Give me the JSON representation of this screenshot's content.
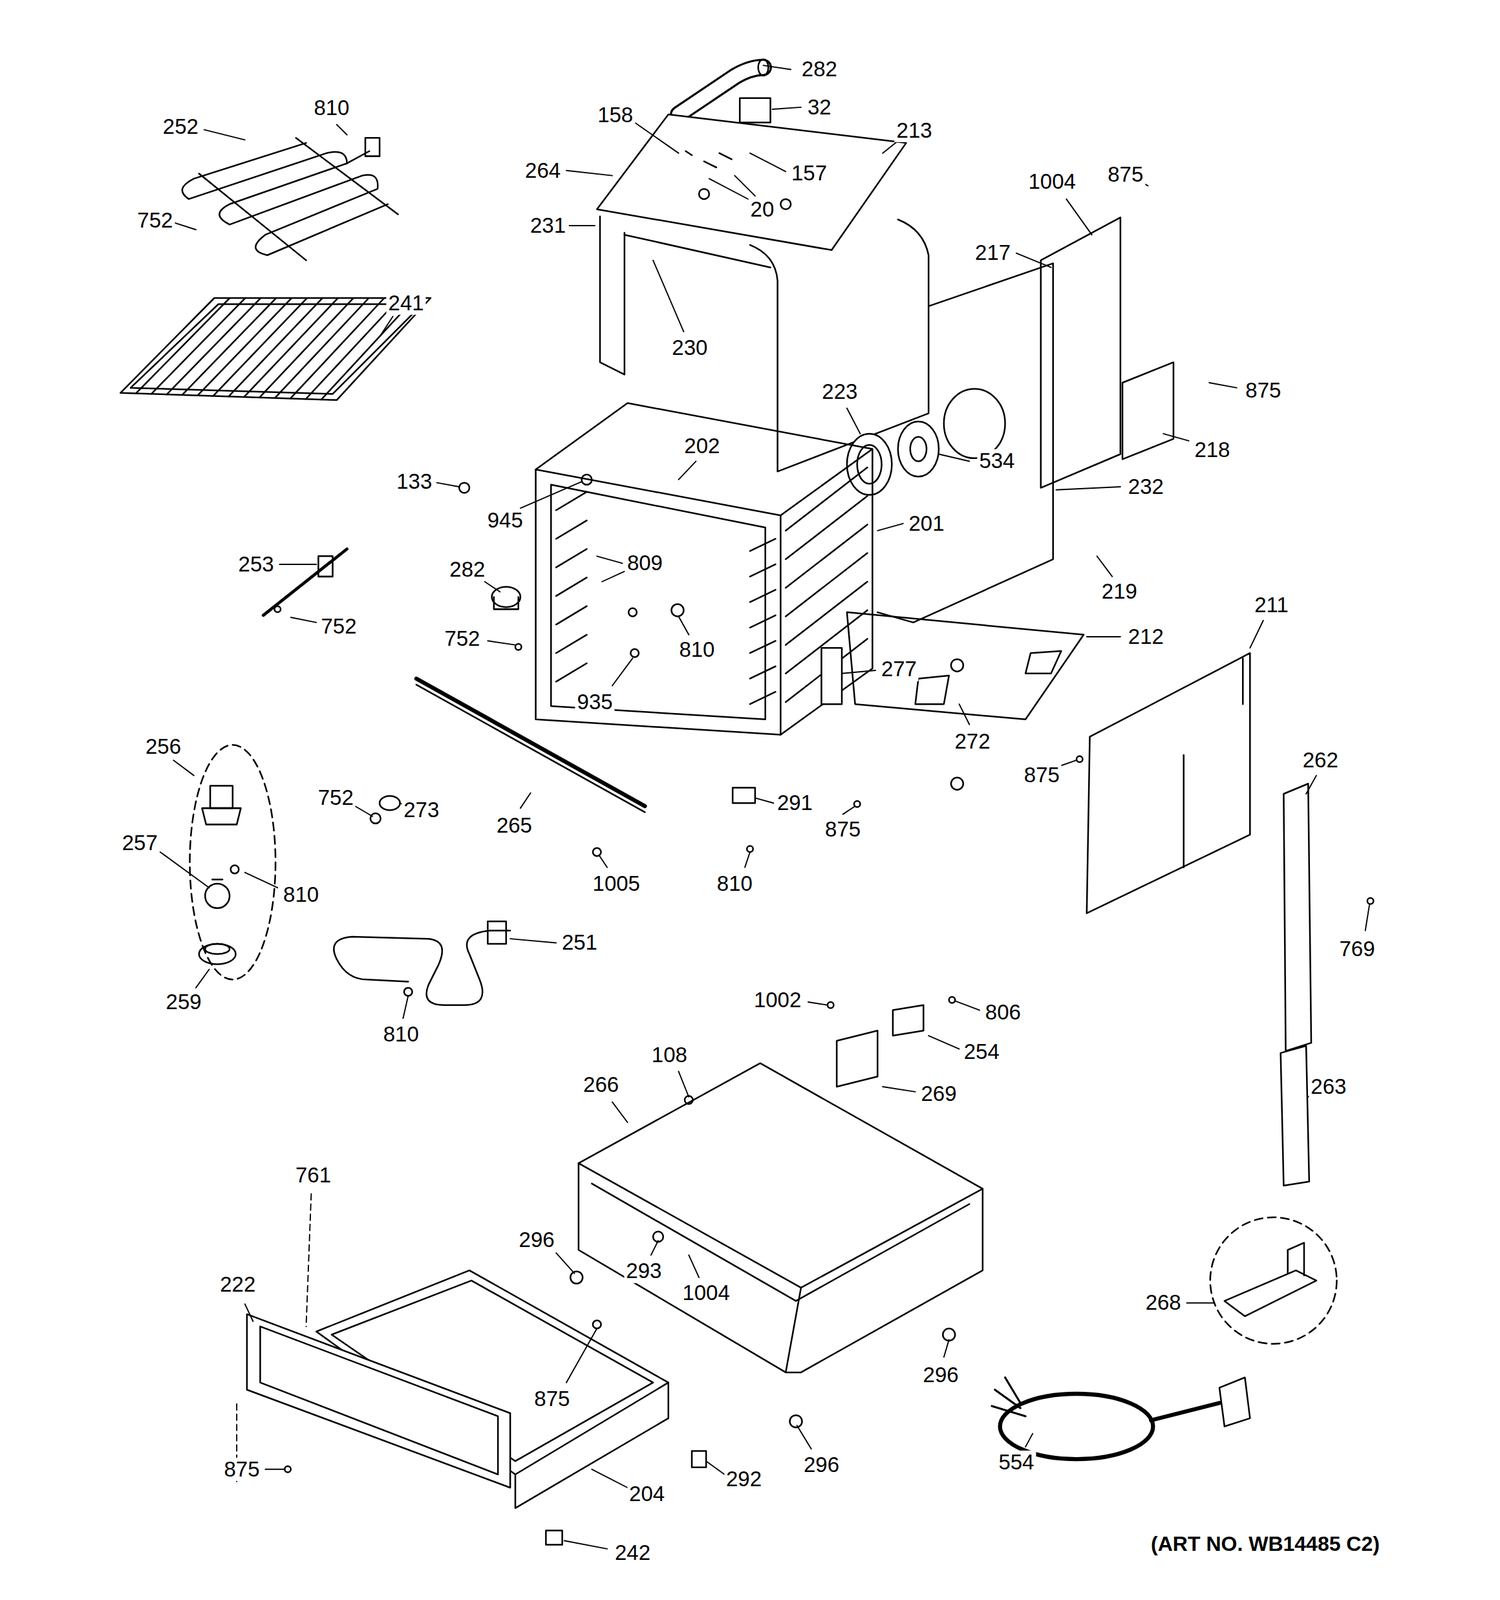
{
  "diagram": {
    "labels": [
      "282",
      "32",
      "213",
      "158",
      "157",
      "264",
      "20",
      "252",
      "810",
      "752",
      "231",
      "1004",
      "875",
      "217",
      "230",
      "241",
      "875",
      "218",
      "223",
      "534",
      "232",
      "133",
      "202",
      "945",
      "201",
      "219",
      "253",
      "282",
      "809",
      "752",
      "752",
      "810",
      "212",
      "211",
      "277",
      "272",
      "935",
      "875",
      "262",
      "256",
      "265",
      "291",
      "875",
      "752",
      "273",
      "257",
      "810",
      "1005",
      "810",
      "769",
      "251",
      "259",
      "810",
      "1002",
      "806",
      "254",
      "108",
      "266",
      "269",
      "263",
      "761",
      "222",
      "296",
      "293",
      "1004",
      "268",
      "875",
      "296",
      "296",
      "554",
      "875",
      "204",
      "292",
      "242",
      "(ART NO. WB14485 C2)"
    ]
  }
}
